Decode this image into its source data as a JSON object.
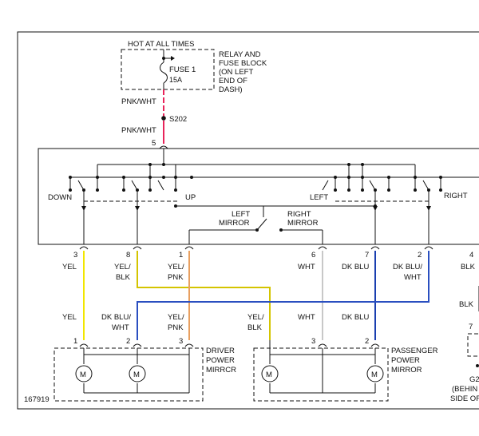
{
  "labels": {
    "hot_at_all_times": "HOT AT ALL TIMES",
    "relay_fuse_block": [
      "RELAY AND",
      "FUSE BLOCK",
      "(ON LEFT",
      "END OF",
      "DASH)"
    ],
    "fuse_name": "FUSE 1",
    "fuse_rating": "15A",
    "splice": "S202",
    "wire_pnk_wht_top": "PNK/WHT",
    "wire_pnk_wht_bottom": "PNK/WHT",
    "switch_down": "DOWN",
    "switch_up": "UP",
    "switch_left": "LEFT",
    "switch_right": "RIGHT",
    "left_mirror": [
      "LEFT",
      "MIRROR"
    ],
    "right_mirror": [
      "RIGHT",
      "MIRROR"
    ],
    "driver_mirror": [
      "DRIVER",
      "POWER",
      "MIRRCR"
    ],
    "passenger_mirror": [
      "PASSENGER",
      "POWER",
      "MIRROR"
    ],
    "ground_label": [
      "G2",
      "(BEHIN",
      "SIDE OF"
    ],
    "figure_number": "167919",
    "motor_symbol": "M"
  },
  "switch_pins": [
    {
      "pin": "5"
    },
    {
      "pin": "3",
      "wire": [
        "YEL"
      ]
    },
    {
      "pin": "8",
      "wire": [
        "YEL/",
        "BLK"
      ]
    },
    {
      "pin": "1",
      "wire": [
        "YEL/",
        "PNK"
      ]
    },
    {
      "pin": "6",
      "wire": [
        "WHT"
      ]
    },
    {
      "pin": "7",
      "wire": [
        "DK BLU"
      ]
    },
    {
      "pin": "2",
      "wire": [
        "DK BLU/",
        "WHT"
      ]
    },
    {
      "pin": "4",
      "wire": [
        "BLK"
      ]
    }
  ],
  "lower_wires": [
    {
      "wire": [
        "YEL"
      ]
    },
    {
      "wire": [
        "DK BLU/",
        "WHT"
      ]
    },
    {
      "wire": [
        "YEL/",
        "PNK"
      ]
    },
    {
      "wire": [
        "YEL/",
        "BLK"
      ]
    },
    {
      "wire": [
        "WHT"
      ]
    },
    {
      "wire": [
        "DK BLU"
      ]
    },
    {
      "wire": [
        "BLK"
      ]
    }
  ],
  "mirror_pins": [
    {
      "pin": "1"
    },
    {
      "pin": "2"
    },
    {
      "pin": "3"
    },
    {
      "pin": "3"
    },
    {
      "pin": "2"
    },
    {
      "pin": "7"
    }
  ],
  "colors": {
    "pnk_wht": "#e8245a",
    "yel": "#f2e600",
    "yel_blk": "#d4c400",
    "yel_pnk": "#e8a060",
    "wht": "#c8c8c8",
    "dk_blu": "#1a3fb0",
    "dk_blu_wht": "#2a4fc0",
    "line": "#111111"
  }
}
